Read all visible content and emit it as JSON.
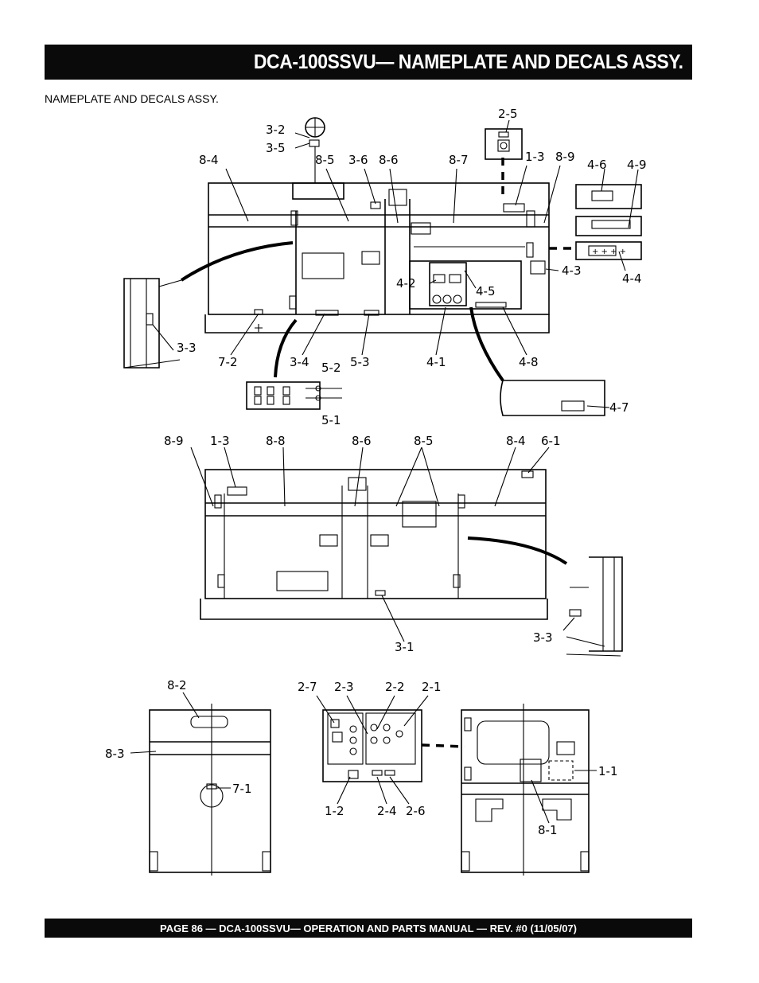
{
  "header": {
    "title": "DCA-100SSVU— NAMEPLATE  AND DECALS ASSY."
  },
  "section": {
    "subtitle": "NAMEPLATE AND DECALS ASSY."
  },
  "footer": {
    "text": "PAGE 86 — DCA-100SSVU—  OPERATION AND PARTS  MANUAL — REV. #0  (11/05/07)"
  },
  "callouts": {
    "c3_2": "3-2",
    "c3_5": "3-5",
    "c2_5_top": "2-5",
    "c8_4_top": "8-4",
    "c8_5_top": "8-5",
    "c3_6": "3-6",
    "c8_6_top": "8-6",
    "c8_7": "8-7",
    "c1_3_top": "1-3",
    "c8_9_top": "8-9",
    "c4_6": "4-6",
    "c4_9": "4-9",
    "c4_3": "4-3",
    "c4_4": "4-4",
    "c4_2": "4-2",
    "c4_5": "4-5",
    "c3_3_top": "3-3",
    "c7_2": "7-2",
    "c3_4": "3-4",
    "c5_3": "5-3",
    "c4_1": "4-1",
    "c4_8": "4-8",
    "c5_2": "5-2",
    "c5_1": "5-1",
    "c4_7": "4-7",
    "c8_9_mid": "8-9",
    "c1_3_mid": "1-3",
    "c8_8": "8-8",
    "c8_6_mid": "8-6",
    "c8_5_mid": "8-5",
    "c8_4_mid": "8-4",
    "c6_1": "6-1",
    "c3_1": "3-1",
    "c3_3_mid": "3-3",
    "c8_2": "8-2",
    "c8_3": "8-3",
    "c7_1": "7-1",
    "c2_7": "2-7",
    "c2_3": "2-3",
    "c2_2": "2-2",
    "c2_1": "2-1",
    "c1_2": "1-2",
    "c2_4": "2-4",
    "c2_6": "2-6",
    "c1_1": "1-1",
    "c8_1": "8-1"
  }
}
